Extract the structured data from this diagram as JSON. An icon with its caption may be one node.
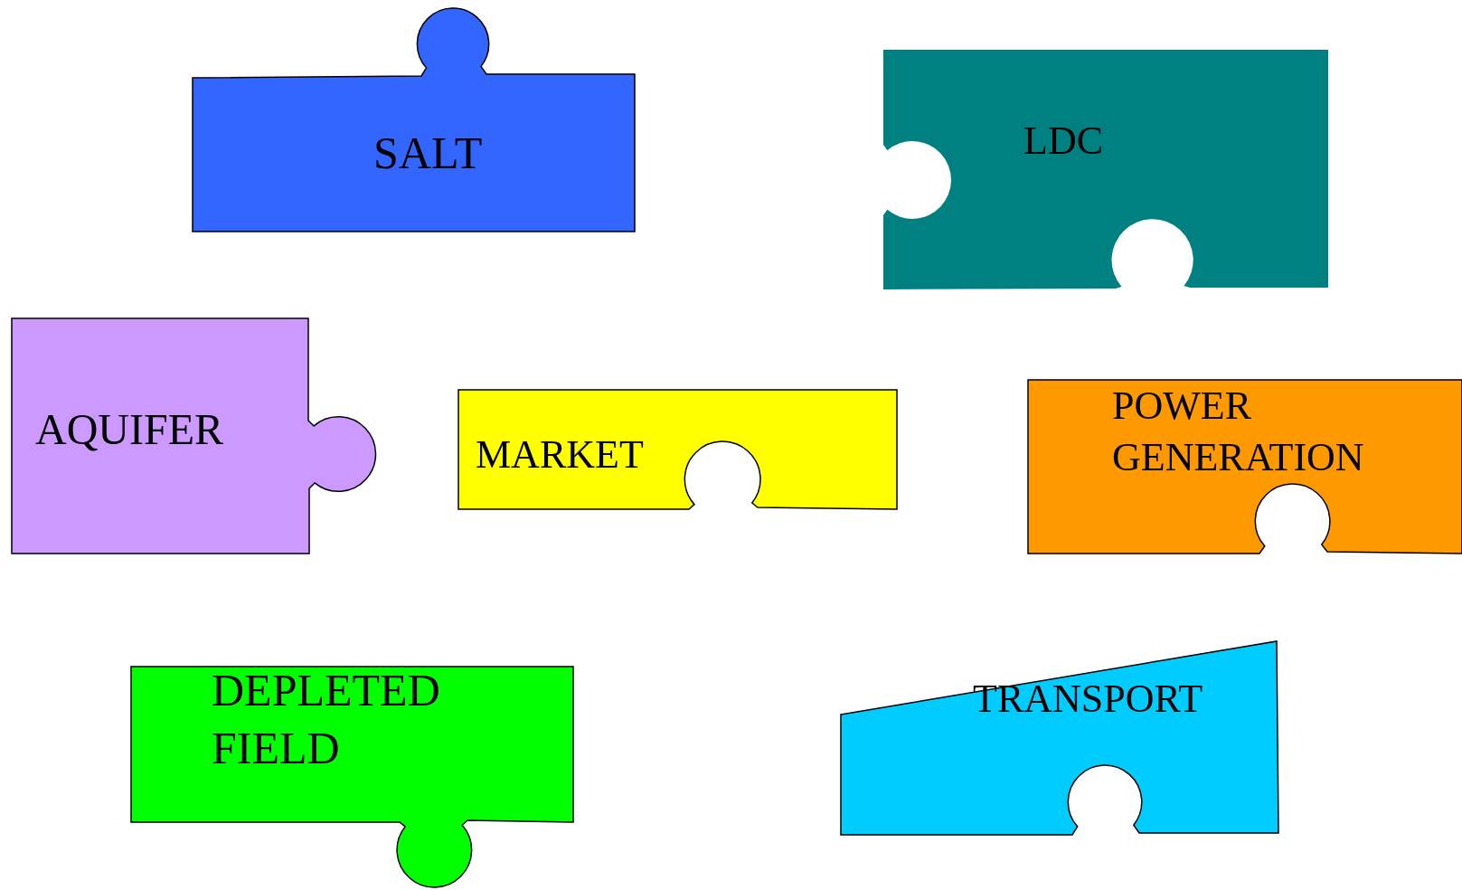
{
  "diagram": {
    "nodes": [
      {
        "text": [
          "SALT"
        ]
      },
      {
        "text": [
          "LDC"
        ]
      },
      {
        "text": [
          "AQUIFER"
        ]
      },
      {
        "text": [
          "MARKET"
        ]
      },
      {
        "text": [
          "POWER GENERATION"
        ]
      },
      {
        "text": [
          "DEPLETED FIELD"
        ]
      },
      {
        "text": [
          "TRANSPORT"
        ]
      }
    ]
  }
}
